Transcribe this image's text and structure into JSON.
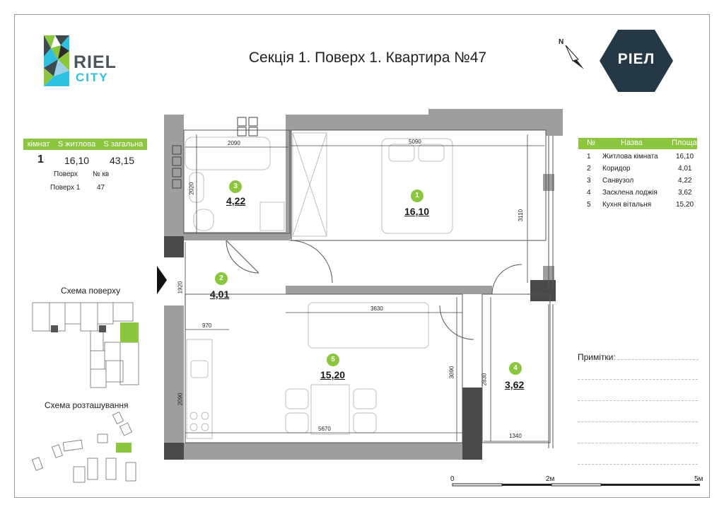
{
  "header": {
    "title": "Секція 1. Поверх 1. Квартира №47",
    "logo_main": "RIEL",
    "logo_sub": "CITY",
    "brand": "РІЕЛ",
    "north": "N"
  },
  "summary": {
    "headers": [
      "кімнат",
      "S житлова",
      "S загальна"
    ],
    "rooms": "1",
    "living_area": "16,10",
    "total_area": "43,15",
    "floor_label": "Поверх",
    "apt_label": "№ кв",
    "floor_value": "Поверх 1",
    "apt_value": "47"
  },
  "rooms_table": {
    "headers": [
      "№",
      "Назва",
      "Площа"
    ],
    "rows": [
      {
        "num": "1",
        "name": "Житлова кімната",
        "area": "16,10"
      },
      {
        "num": "2",
        "name": "Коридор",
        "area": "4,01"
      },
      {
        "num": "3",
        "name": "Санвузол",
        "area": "4,22"
      },
      {
        "num": "4",
        "name": "Заскленa лоджія",
        "area": "3,62"
      },
      {
        "num": "5",
        "name": "Кухня вітальня",
        "area": "15,20"
      }
    ]
  },
  "plan_rooms": [
    {
      "num": "1",
      "area": "16,10"
    },
    {
      "num": "2",
      "area": "4,01"
    },
    {
      "num": "3",
      "area": "4,22"
    },
    {
      "num": "4",
      "area": "3,62"
    },
    {
      "num": "5",
      "area": "15,20"
    }
  ],
  "dimensions": {
    "d2090a": "2090",
    "d5090": "5090",
    "d2020": "2020",
    "d3110": "3110",
    "d1920": "1920",
    "d970": "970",
    "d3630": "3630",
    "d3090": "3090",
    "d2830": "2830",
    "d2090b": "2090",
    "d5670": "5670",
    "d1340": "1340"
  },
  "notes": {
    "label": "Примітки:"
  },
  "schemas": {
    "floor": "Схема поверху",
    "location": "Схема розташування"
  },
  "scale": {
    "zero": "0",
    "mid": "2м",
    "end": "5м"
  },
  "colors": {
    "accent": "#8cc63f",
    "wall": "#9e9e9e",
    "wall_dark": "#4a4a4a",
    "brand": "#243845"
  }
}
